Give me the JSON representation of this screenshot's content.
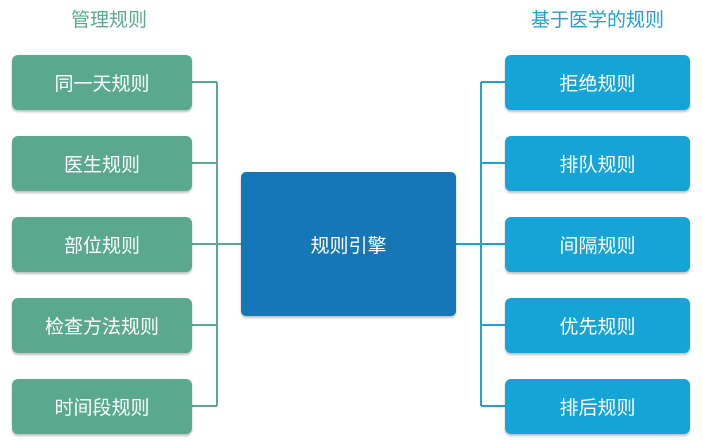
{
  "left_heading": "管理规则",
  "right_heading": "基于医学的规则",
  "center": {
    "label": "规则引擎"
  },
  "left_rules": [
    {
      "label": "同一天规则"
    },
    {
      "label": "医生规则"
    },
    {
      "label": "部位规则"
    },
    {
      "label": "检查方法规则"
    },
    {
      "label": "时间段规则"
    }
  ],
  "right_rules": [
    {
      "label": "拒绝规则"
    },
    {
      "label": "排队规则"
    },
    {
      "label": "间隔规则"
    },
    {
      "label": "优先规则"
    },
    {
      "label": "排后规则"
    }
  ],
  "colors": {
    "management": "#5aa98f",
    "medical": "#16a3d5",
    "engine": "#1577b7",
    "connector_left": "#5aa98f",
    "connector_right": "#1fa1d3"
  }
}
